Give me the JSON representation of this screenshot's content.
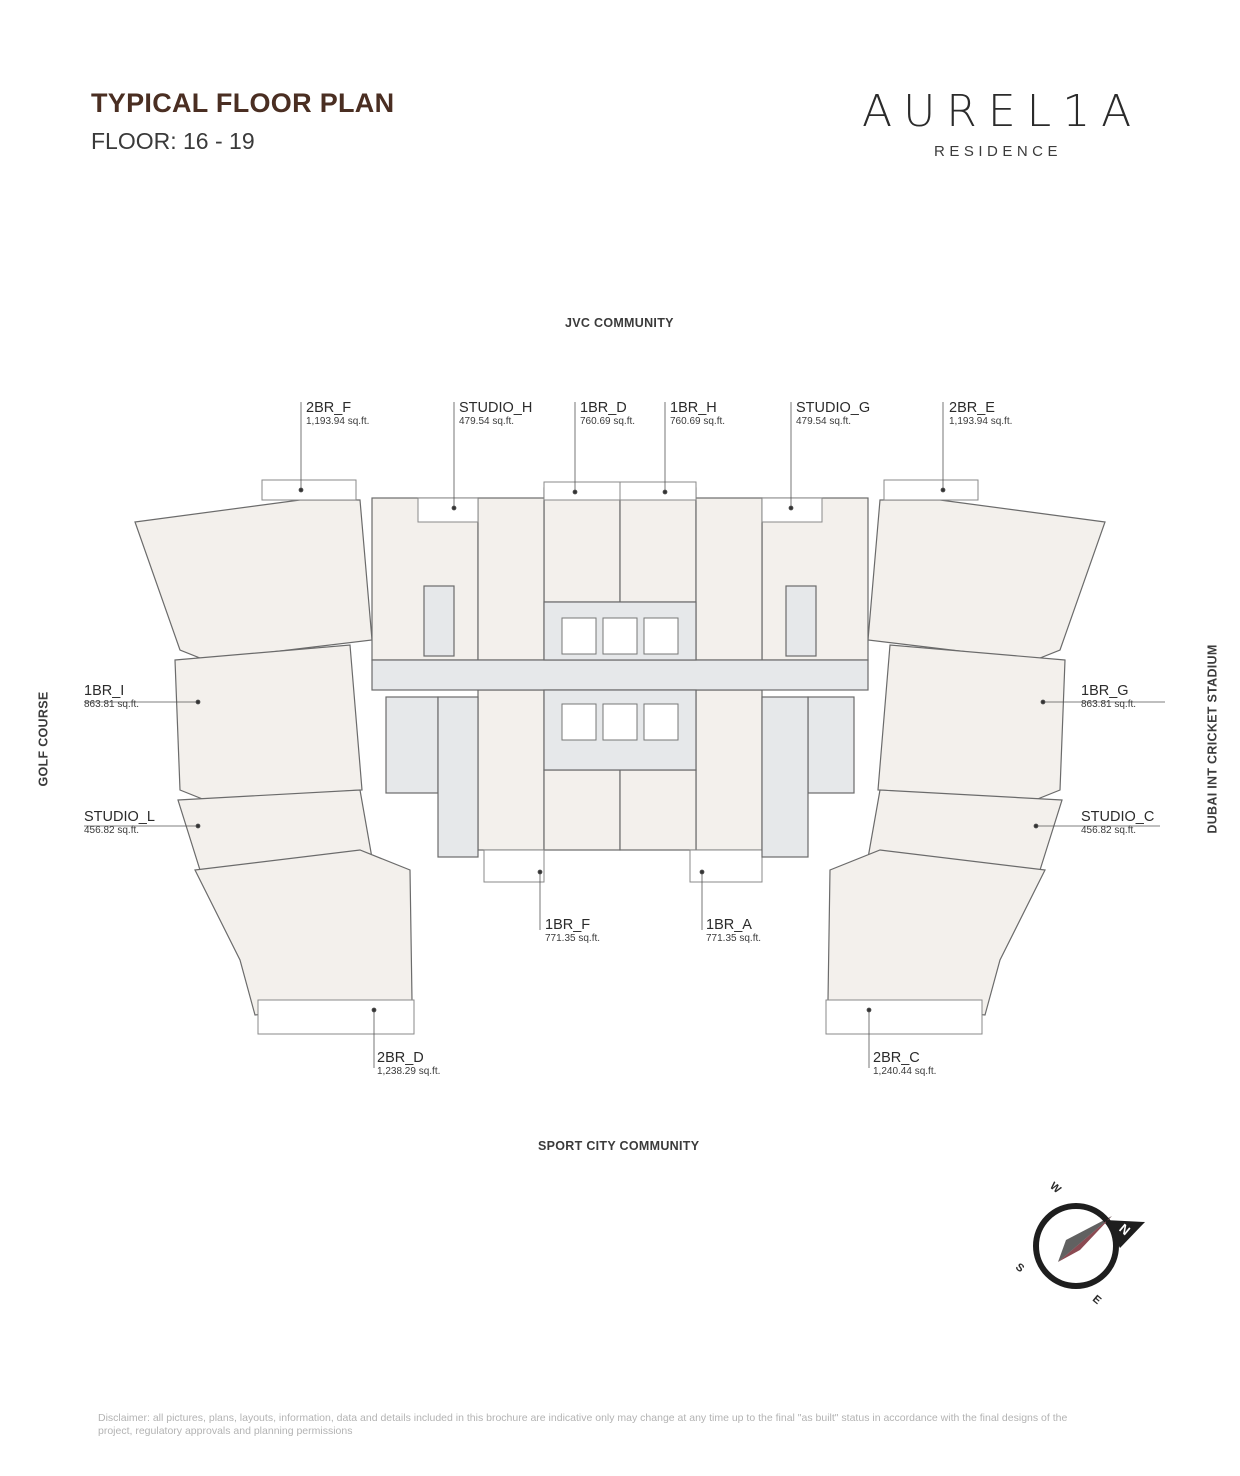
{
  "header": {
    "title": "TYPICAL FLOOR PLAN",
    "subtitle": "FLOOR: 16 - 19"
  },
  "logo": {
    "name": "AUREL1A",
    "tagline": "RESIDENCE"
  },
  "orientation": {
    "top": "JVC COMMUNITY",
    "bottom": "SPORT CITY COMMUNITY",
    "left": "GOLF COURSE",
    "right": "DUBAI INT CRICKET STADIUM"
  },
  "units": [
    {
      "name": "2BR_F",
      "area": "1,193.94 sq.ft."
    },
    {
      "name": "STUDIO_H",
      "area": "479.54 sq.ft."
    },
    {
      "name": "1BR_D",
      "area": "760.69 sq.ft."
    },
    {
      "name": "1BR_H",
      "area": "760.69 sq.ft."
    },
    {
      "name": "STUDIO_G",
      "area": "479.54 sq.ft."
    },
    {
      "name": "2BR_E",
      "area": "1,193.94 sq.ft."
    },
    {
      "name": "1BR_I",
      "area": "863.81 sq.ft."
    },
    {
      "name": "STUDIO_L",
      "area": "456.82 sq.ft."
    },
    {
      "name": "1BR_G",
      "area": "863.81 sq.ft."
    },
    {
      "name": "STUDIO_C",
      "area": "456.82 sq.ft."
    },
    {
      "name": "1BR_F",
      "area": "771.35 sq.ft."
    },
    {
      "name": "1BR_A",
      "area": "771.35 sq.ft."
    },
    {
      "name": "2BR_D",
      "area": "1,238.29 sq.ft."
    },
    {
      "name": "2BR_C",
      "area": "1,240.44 sq.ft."
    }
  ],
  "compass": {
    "labels": [
      "W",
      "N",
      "S",
      "E"
    ]
  },
  "disclaimer": "Disclaimer: all pictures, plans, layouts, information, data and details included in this brochure are indicative only may change at any time up to the final \"as built\" status in accordance with the final designs of the project, regulatory approvals and planning permissions",
  "colors": {
    "title": "#4a2e22",
    "unit_fill": "#f3f0ec",
    "core_fill": "#e6e8ea",
    "compass_ring": "#1e1e1e",
    "compass_needle": "#8b4a52"
  }
}
